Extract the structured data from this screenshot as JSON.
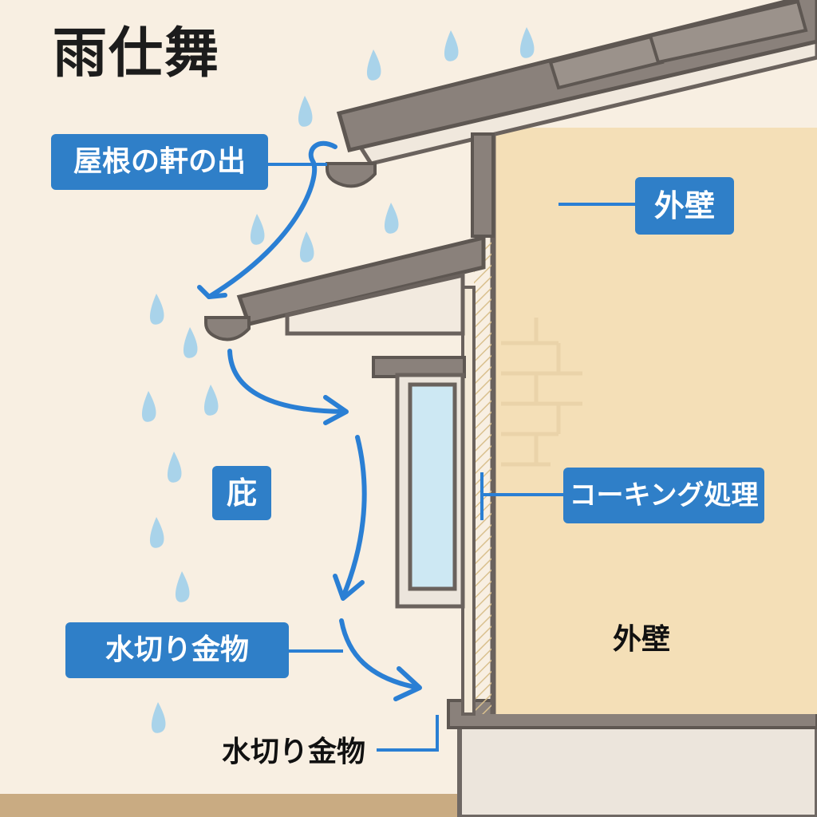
{
  "title": "雨仕舞",
  "labels": {
    "eaves": "屋根の軒の出",
    "wall": "外壁",
    "hisashi": "庇",
    "caulking": "コーキング処理",
    "drip_flashing": "水切り金物",
    "wall_plain": "外壁",
    "drip_flashing_plain": "水切り金物"
  },
  "colors": {
    "background": "#f8efe2",
    "wall": "#f4dfb7",
    "roof": "#8a817b",
    "label_bg": "#2f7fc8",
    "arrow": "#2a7fd4",
    "rain": "#a9d3ea",
    "glass": "#cde8f3"
  },
  "icons": [
    "raindrop-icon",
    "flow-arrow-icon"
  ]
}
